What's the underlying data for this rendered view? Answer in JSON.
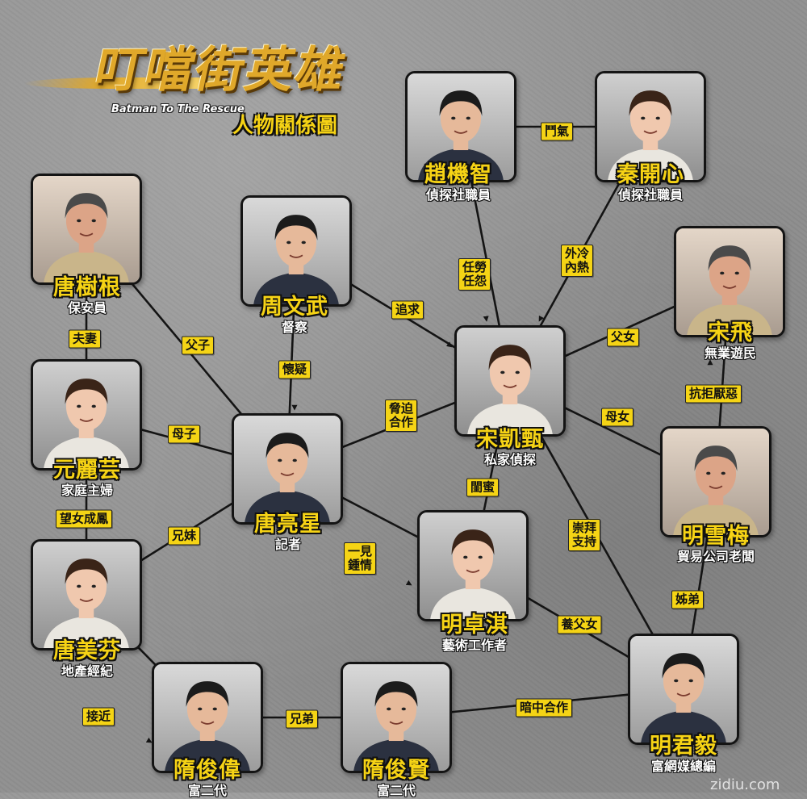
{
  "header": {
    "logo_title": "叮噹街英雄",
    "logo_subtitle": "Batman To The Rescue",
    "chart_title": "人物關係圖"
  },
  "watermark": "zidiu.com",
  "colors": {
    "accent": "#f5d415",
    "line": "#141414",
    "role_text": "#ffffff"
  },
  "characters": [
    {
      "id": "zhao",
      "name": "趙機智",
      "role": "偵探社職員"
    },
    {
      "id": "qin",
      "name": "秦開心",
      "role": "偵探社職員"
    },
    {
      "id": "tang_shugen",
      "name": "唐樹根",
      "role": "保安員"
    },
    {
      "id": "zhou",
      "name": "周文武",
      "role": "督察"
    },
    {
      "id": "song_fei",
      "name": "宋飛",
      "role": "無業遊民"
    },
    {
      "id": "yuan",
      "name": "元麗芸",
      "role": "家庭主婦"
    },
    {
      "id": "tang_liangxing",
      "name": "唐亮星",
      "role": "記者"
    },
    {
      "id": "song_kaizhen",
      "name": "宋凱甄",
      "role": "私家偵探"
    },
    {
      "id": "ming_xuemei",
      "name": "明雪梅",
      "role": "貿易公司老闆"
    },
    {
      "id": "ming_zhuoqi",
      "name": "明卓淇",
      "role": "藝術工作者"
    },
    {
      "id": "tang_meifen",
      "name": "唐美芬",
      "role": "地產經紀"
    },
    {
      "id": "ming_junyi",
      "name": "明君毅",
      "role": "富網媒總編"
    },
    {
      "id": "sui_junwei",
      "name": "隋俊偉",
      "role": "富二代"
    },
    {
      "id": "sui_junxian",
      "name": "隋俊賢",
      "role": "富二代"
    }
  ],
  "relations": [
    {
      "from": "zhao",
      "to": "qin",
      "label": "鬥氣"
    },
    {
      "from": "zhao",
      "to": "song_kaizhen",
      "label": "任勞\n任怨"
    },
    {
      "from": "qin",
      "to": "song_kaizhen",
      "label": "外冷\n內熱"
    },
    {
      "from": "zhou",
      "to": "song_kaizhen",
      "label": "追求"
    },
    {
      "from": "zhou",
      "to": "tang_liangxing",
      "label": "懷疑"
    },
    {
      "from": "tang_shugen",
      "to": "yuan",
      "label": "夫妻"
    },
    {
      "from": "tang_shugen",
      "to": "tang_liangxing",
      "label": "父子"
    },
    {
      "from": "song_fei",
      "to": "song_kaizhen",
      "label": "父女"
    },
    {
      "from": "ming_xuemei",
      "to": "song_fei",
      "label": "抗拒厭惡"
    },
    {
      "from": "song_kaizhen",
      "to": "ming_xuemei",
      "label": "母女"
    },
    {
      "from": "yuan",
      "to": "tang_liangxing",
      "label": "母子"
    },
    {
      "from": "tang_liangxing",
      "to": "song_kaizhen",
      "label": "脅迫\n合作"
    },
    {
      "from": "song_kaizhen",
      "to": "ming_zhuoqi",
      "label": "閨蜜"
    },
    {
      "from": "song_kaizhen",
      "to": "ming_junyi",
      "label": "崇拜\n支持"
    },
    {
      "from": "yuan",
      "to": "tang_meifen",
      "label": "望女成鳳"
    },
    {
      "from": "tang_meifen",
      "to": "tang_liangxing",
      "label": "兄妹"
    },
    {
      "from": "tang_liangxing",
      "to": "ming_zhuoqi",
      "label": "一見\n鍾情"
    },
    {
      "from": "ming_zhuoqi",
      "to": "ming_junyi",
      "label": "養父女"
    },
    {
      "from": "ming_xuemei",
      "to": "ming_junyi",
      "label": "姊弟"
    },
    {
      "from": "tang_meifen",
      "to": "sui_junwei",
      "label": "接近"
    },
    {
      "from": "sui_junwei",
      "to": "sui_junxian",
      "label": "兄弟"
    },
    {
      "from": "sui_junxian",
      "to": "ming_junyi",
      "label": "暗中合作"
    }
  ]
}
